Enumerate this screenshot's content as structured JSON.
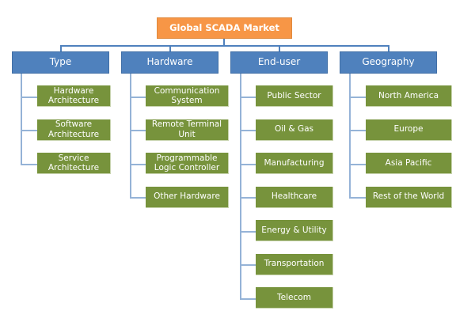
{
  "title": "Global SCADA Market",
  "colors": {
    "root": "#f79646",
    "category": "#4f81bd",
    "leaf": "#77933c",
    "connector": "#95b3d7"
  },
  "categories": [
    {
      "label": "Type",
      "items": [
        "Hardware Architecture",
        "Software Architecture",
        "Service Architecture"
      ]
    },
    {
      "label": "Hardware",
      "items": [
        "Communication System",
        "Remote Terminal Unit",
        "Programmable Logic Controller",
        "Other Hardware"
      ]
    },
    {
      "label": "End-user",
      "items": [
        "Public Sector",
        "Oil & Gas",
        "Manufacturing",
        "Healthcare",
        "Energy & Utility",
        "Transportation",
        "Telecom"
      ]
    },
    {
      "label": "Geography",
      "items": [
        "North America",
        "Europe",
        "Asia Pacific",
        "Rest of the World"
      ]
    }
  ]
}
